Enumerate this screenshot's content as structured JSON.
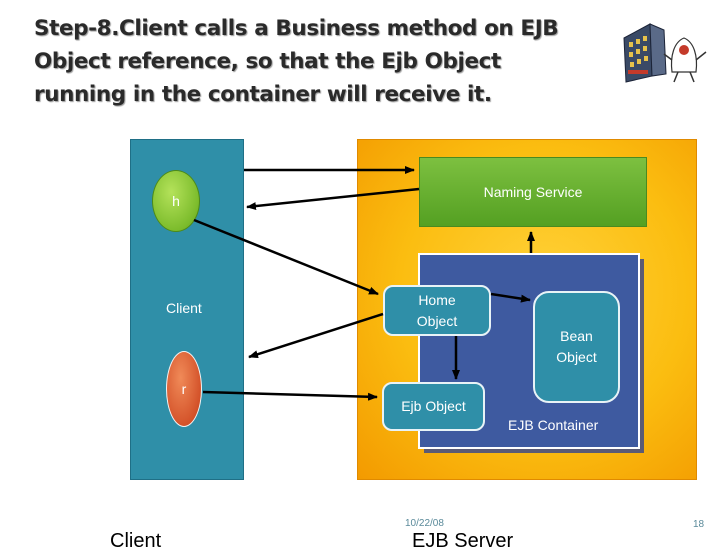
{
  "slide": {
    "title_lines": [
      "Step-8.Client calls a Business method on EJB",
      "Object reference, so that the Ejb Object",
      "running in the container will receive it."
    ],
    "date": "10/22/08",
    "page_number": "18"
  },
  "diagram": {
    "client_panel_label": "Client",
    "h_node_label": "h",
    "r_node_label": "r",
    "naming_service_label": "Naming Service",
    "home_object_label": [
      "Home",
      "Object"
    ],
    "bean_object_label": [
      "Bean",
      "Object"
    ],
    "ejb_object_label": "Ejb Object",
    "ejb_container_label": "EJB Container"
  },
  "footer": {
    "client_caption": "Client",
    "server_caption": "EJB Server"
  },
  "colors": {
    "client_panel": "#2f8fa8",
    "server_panel": "#fbbd10",
    "naming_service": "#6ab232",
    "ejb_container": "#3e5aa0",
    "h_node": "#7cbc2c",
    "r_node": "#d4532a"
  },
  "icons": {
    "corner_logo": "server-building-with-mascot-icon"
  }
}
